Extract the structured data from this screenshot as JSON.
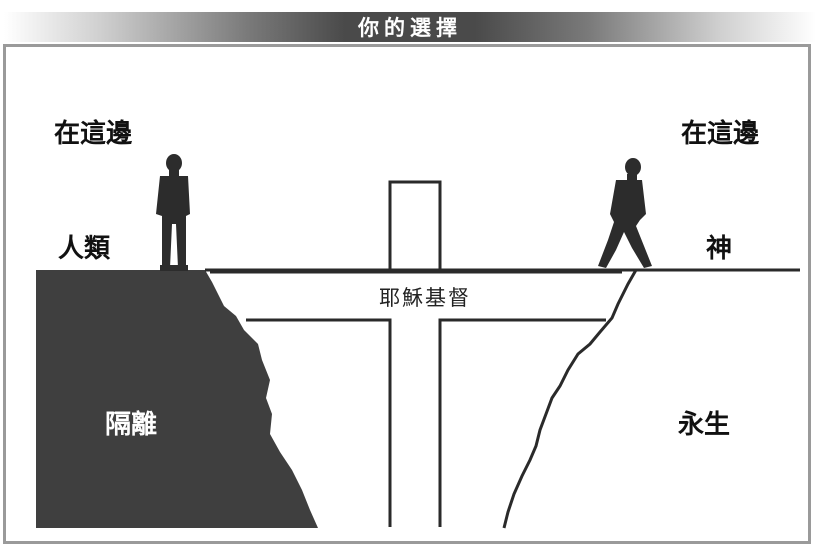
{
  "header": {
    "title": "你的選擇"
  },
  "labels": {
    "left_here": "在這邊",
    "right_here": "在這邊",
    "human": "人類",
    "god": "神",
    "cross": "耶穌基督",
    "separation": "隔離",
    "eternal_life": "永生"
  },
  "colors": {
    "cliff": "#3f3f3f",
    "figure": "#2c2c2c",
    "frame": "#9a9a9a"
  }
}
